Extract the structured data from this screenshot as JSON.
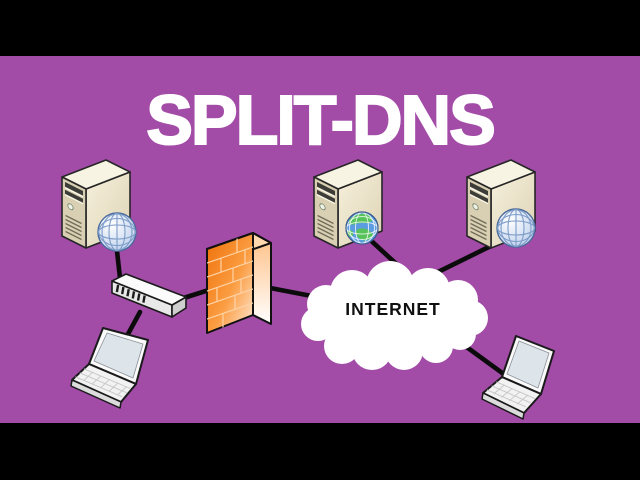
{
  "title": "SPLIT-DNS",
  "colors": {
    "background": "#a24ba7",
    "letterbox_bars": "#000000",
    "title_text": "#ffffff",
    "internet_text": "#101010",
    "connection_line": "#0b0b0b",
    "firewall_orange": "#ee7008",
    "server_beige": "#e9e0c4",
    "cloud_white": "#ffffff",
    "globe_blue": "#bcd0ec",
    "earth_green": "#55c25a"
  },
  "diagram": {
    "internet_label": "INTERNET",
    "nodes": [
      {
        "id": "server-left",
        "type": "server-tower-with-globe",
        "globe": "blue-wireframe",
        "position": "top-left"
      },
      {
        "id": "network-switch",
        "type": "switch",
        "position": "mid-left"
      },
      {
        "id": "laptop-left",
        "type": "laptop",
        "position": "bottom-left"
      },
      {
        "id": "firewall",
        "type": "orange-brick-firewall",
        "position": "center"
      },
      {
        "id": "server-middle",
        "type": "server-tower-with-globe",
        "globe": "green-earth",
        "position": "top-center"
      },
      {
        "id": "internet-cloud",
        "type": "cloud",
        "label": "INTERNET",
        "position": "center-right"
      },
      {
        "id": "server-right",
        "type": "server-tower-with-globe",
        "globe": "blue-wireframe",
        "position": "top-right"
      },
      {
        "id": "laptop-right",
        "type": "laptop",
        "position": "bottom-right"
      }
    ],
    "edges": [
      [
        "server-left",
        "network-switch"
      ],
      [
        "network-switch",
        "laptop-left"
      ],
      [
        "network-switch",
        "firewall"
      ],
      [
        "firewall",
        "internet-cloud"
      ],
      [
        "server-middle",
        "internet-cloud"
      ],
      [
        "server-right",
        "internet-cloud"
      ],
      [
        "internet-cloud",
        "laptop-right"
      ]
    ]
  }
}
